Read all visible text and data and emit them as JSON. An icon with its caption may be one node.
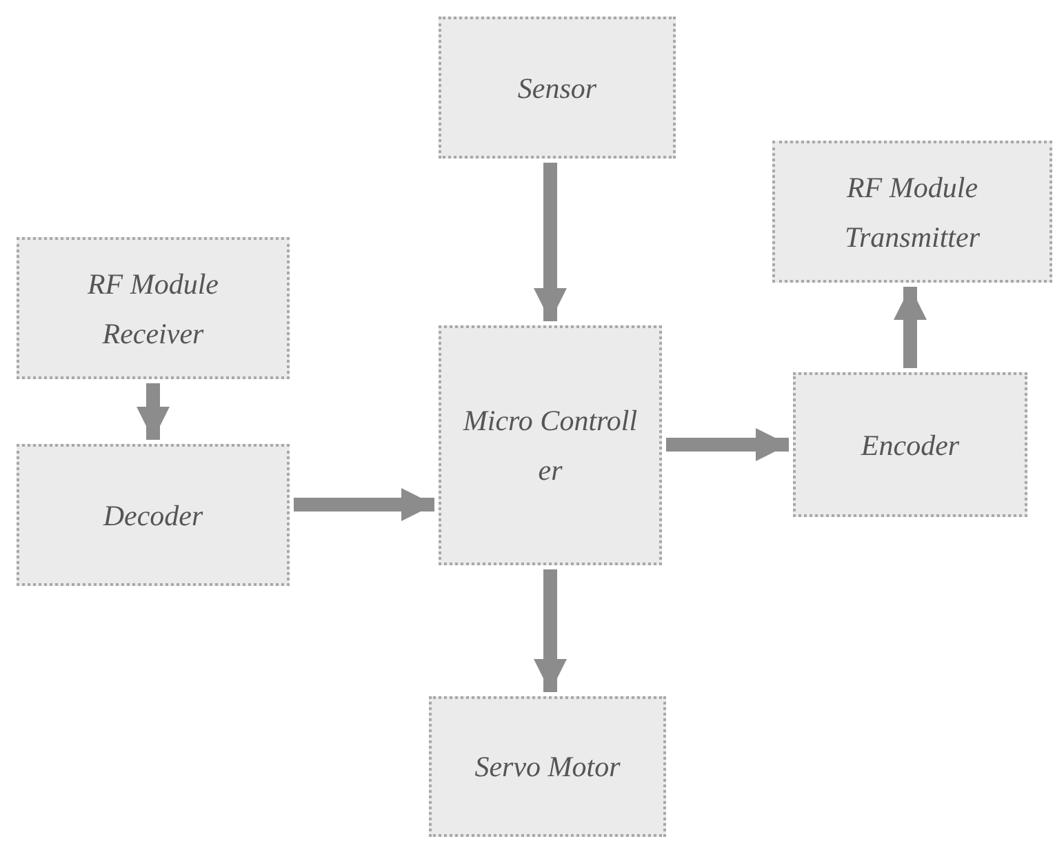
{
  "diagram": {
    "nodes": [
      {
        "text": [
          "Sensor"
        ]
      },
      {
        "text": [
          "RF Module Transmitter"
        ]
      },
      {
        "text": [
          "RF Module Receiver"
        ]
      },
      {
        "text": [
          "Micro Controll er"
        ]
      },
      {
        "text": [
          "Encoder"
        ]
      },
      {
        "text": [
          "Decoder"
        ]
      },
      {
        "text": [
          "Servo Motor"
        ]
      }
    ],
    "edges": [
      {
        "from": 0,
        "to": 3,
        "arrow": "to"
      },
      {
        "from": 2,
        "to": 5,
        "arrow": "to"
      },
      {
        "from": 5,
        "to": 3,
        "arrow": "to"
      },
      {
        "from": 3,
        "to": 4,
        "arrow": "to"
      },
      {
        "from": 4,
        "to": 1,
        "arrow": "to"
      },
      {
        "from": 3,
        "to": 6,
        "arrow": "to"
      }
    ]
  }
}
